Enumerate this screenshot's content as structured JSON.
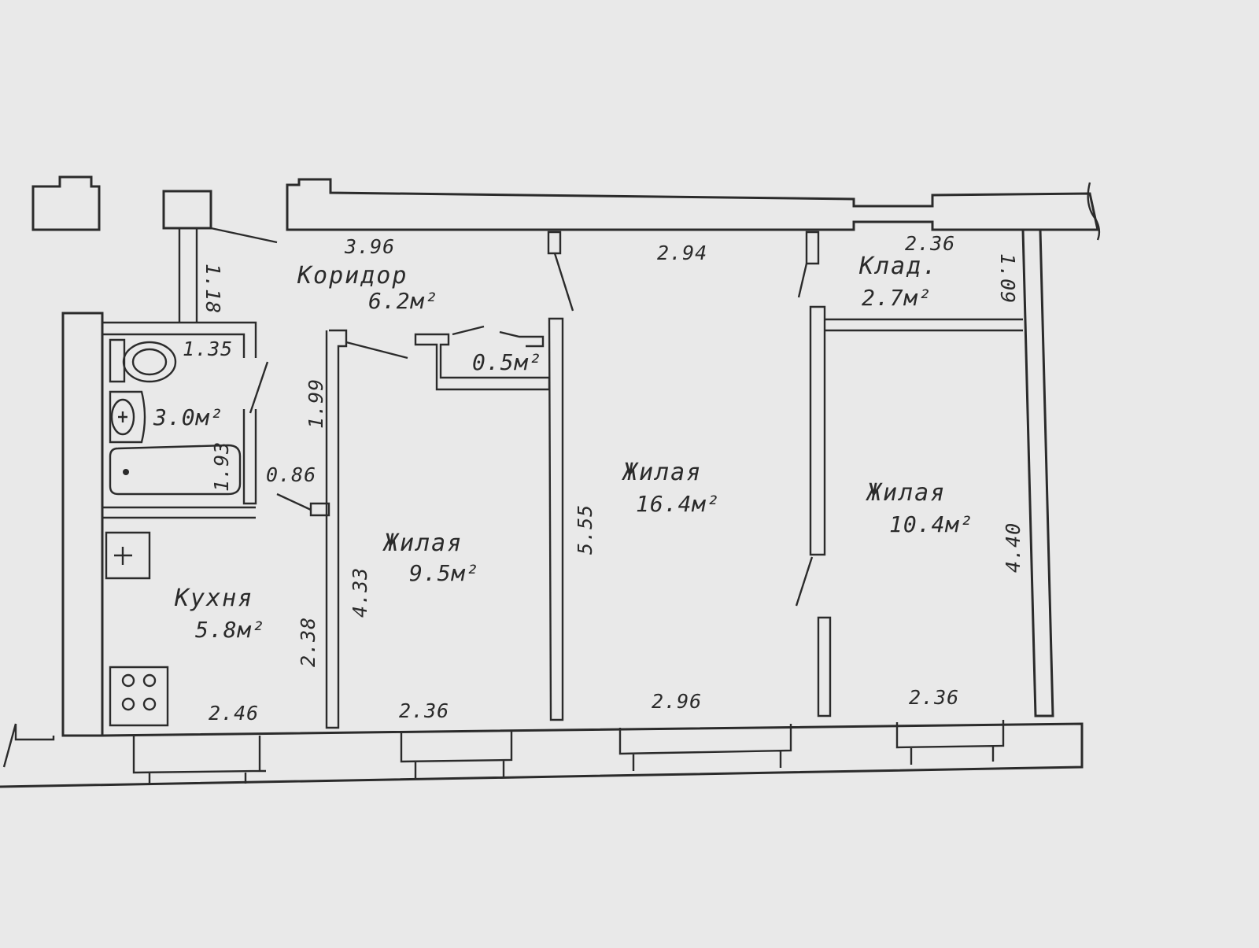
{
  "colors": {
    "paper": "#e9e9e9",
    "ink": "#2b2b2b"
  },
  "rooms": {
    "corridor": {
      "name": "Коридор",
      "area": "6.2м²"
    },
    "closet": {
      "name": "Клад.",
      "area": "2.7м²"
    },
    "niche": {
      "area": "0.5м²"
    },
    "bathroom": {
      "area": "3.0м²"
    },
    "kitchen": {
      "name": "Кухня",
      "area": "5.8м²"
    },
    "living1": {
      "name": "Жилая",
      "area": "9.5м²"
    },
    "living2": {
      "name": "Жилая",
      "area": "16.4м²"
    },
    "living3": {
      "name": "Жилая",
      "area": "10.4м²"
    }
  },
  "dimensions": {
    "top_corridor": "3.96",
    "top_living2": "2.94",
    "top_closet": "2.36",
    "closet_depth": "1.09",
    "vent_shaft": "1.18",
    "toilet_width": "1.35",
    "corridor_side": "1.99",
    "bath_length": "1.93",
    "door_gap": "0.86",
    "living1_depth": "4.33",
    "kitchen_depth": "2.38",
    "living2_depth": "5.55",
    "living3_depth": "4.40",
    "bottom_kitchen": "2.46",
    "bottom_living1": "2.36",
    "bottom_living2": "2.96",
    "bottom_living3": "2.36"
  }
}
